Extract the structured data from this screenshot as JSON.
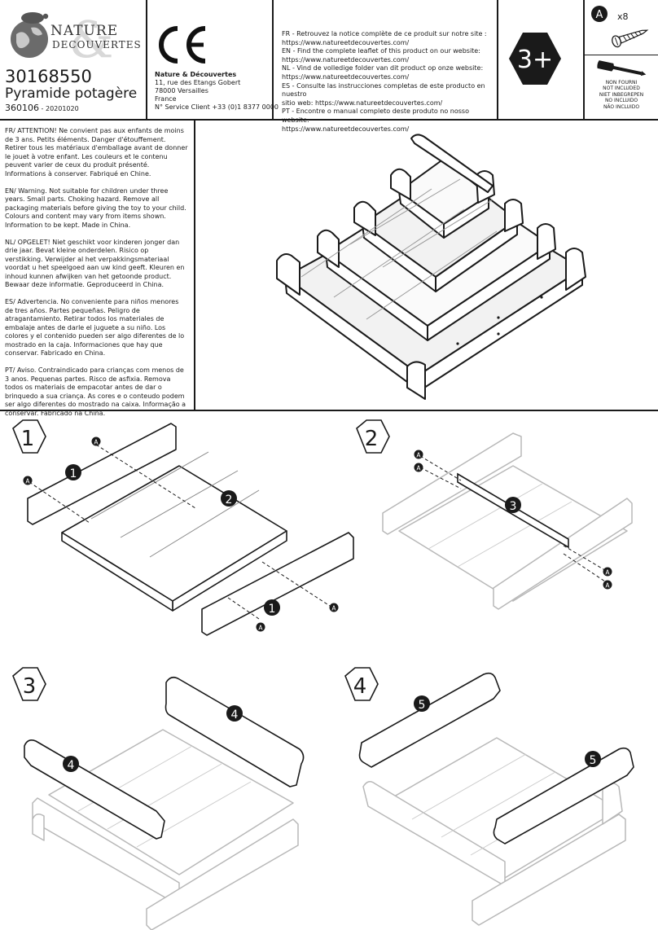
{
  "header": {
    "brand_line1": "NATURE",
    "brand_line2": "DECOUVERTES",
    "reference": "30168550",
    "product_name": "Pyramide potagère",
    "code": "360106",
    "code_date": " - 20201020",
    "ce_mark": "CE",
    "company": {
      "name": "Nature & Découvertes",
      "street": "11, rue des Etangs Gobert",
      "city": "78000 Versailles",
      "country": "France",
      "service": "N° Service Client +33 (0)1 8377 0000"
    },
    "links": [
      "FR - Retrouvez la notice complète de ce produit sur notre site :",
      "https://www.natureetdecouvertes.com/",
      "EN - Find the complete leaflet of this product on our website:",
      "https://www.natureetdecouvertes.com/",
      "NL - Vind de volledige folder van dit product op onze website:",
      "https://www.natureetdecouvertes.com/",
      "ES - Consulte las instrucciones completas de este producto en nuestro",
      "sitio web: https://www.natureetdecouvertes.com/",
      "PT - Encontre o manual completo deste produto no nosso website:",
      "https://www.natureetdecouvertes.com/"
    ],
    "age": "3+",
    "screw_label": "A",
    "screw_count": "x8",
    "not_included": [
      "NON FOURNI",
      "NOT INCLUDED",
      "NIET INBEGREPEN",
      "NO INCLUIDO",
      "NÃO INCLUIDO"
    ]
  },
  "warnings": [
    "FR/ ATTENTION! Ne convient pas aux enfants de moins de 3 ans. Petits éléments. Danger d'étouffement. Retirer tous les matériaux d'emballage avant de donner le jouet à votre enfant. Les couleurs et le contenu peuvent varier de ceux du produit présenté. Informations à conserver. Fabriqué en Chine.",
    "EN/ Warning. Not suitable for children under three years. Small parts. Choking hazard. Remove all packaging materials before giving the toy to your child. Colours and content may vary from items shown. Information to be kept. Made in China.",
    "NL/ OPGELET! Niet geschikt voor kinderen jonger dan drie jaar. Bevat kleine onderdelen. Risico op verstikking. Verwijder al het verpakkingsmateriaal voordat u het speelgoed aan uw kind geeft. Kleuren en inhoud kunnen afwijken van het getoonde product. Bewaar deze informatie. Geproduceerd in China.",
    "ES/ Advertencia. No conveniente para niños menores de tres años. Partes pequeñas. Peligro de atragantamiento. Retirar todos los materiales de embalaje antes de darle el juguete a su niño. Los colores y el contenido pueden ser algo diferentes de lo mostrado en la caja. Informaciones que hay que conservar. Fabricado en China.",
    "PT/ Aviso. Contraindicado para crianças com menos de 3 anos. Pequenas partes. Risco de asfixia. Remova todos os materiais de empacotar antes de dar o brinquedo a sua criança. As cores e o conteudo podem ser algo diferentes do mostrado na caixa. Informação a conservar. Fabricado na China."
  ],
  "steps": [
    {
      "number": "1",
      "parts": [
        "1",
        "2",
        "1"
      ],
      "screw_labels": [
        "A",
        "A",
        "A",
        "A"
      ]
    },
    {
      "number": "2",
      "parts": [
        "3"
      ],
      "screw_labels": [
        "A",
        "A",
        "A",
        "A"
      ]
    },
    {
      "number": "3",
      "parts": [
        "4",
        "4"
      ]
    },
    {
      "number": "4",
      "parts": [
        "5",
        "5"
      ]
    }
  ]
}
